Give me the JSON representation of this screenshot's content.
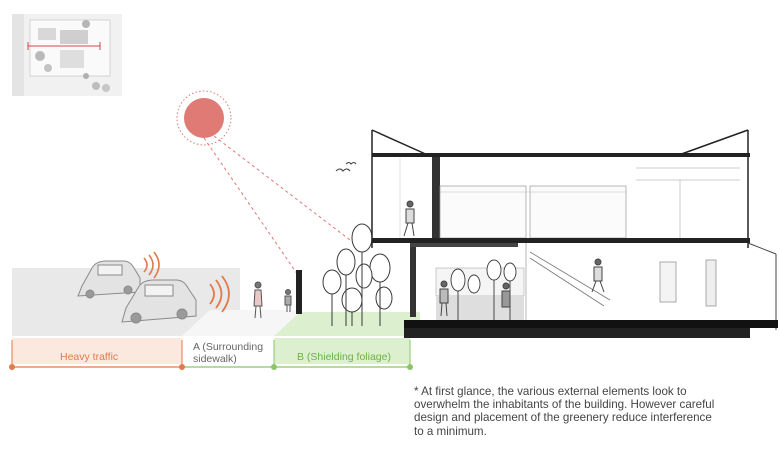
{
  "colors": {
    "traffic": "#e07a4a",
    "traffic_fill": "#fbe8de",
    "foliage": "#8cc46a",
    "foliage_fill": "#dcefcf",
    "sun": "#e07a74",
    "label_gray": "#666666"
  },
  "labels": {
    "heavy_traffic": "Heavy traffic",
    "sidewalk_line1": "A (Surrounding",
    "sidewalk_line2": "sidewalk)",
    "foliage": "B (Shielding foliage)"
  },
  "note": {
    "lines": [
      "* At first glance, the various external elements look to",
      "overwhelm the inhabitants of the building. However careful",
      "design and placement of the greenery reduce interference",
      "to a minimum."
    ]
  },
  "icons": [
    "sun-icon",
    "car-icon",
    "sound-wave-icon",
    "bird-icon",
    "tree-icon",
    "person-icon",
    "key-plan-icon"
  ]
}
